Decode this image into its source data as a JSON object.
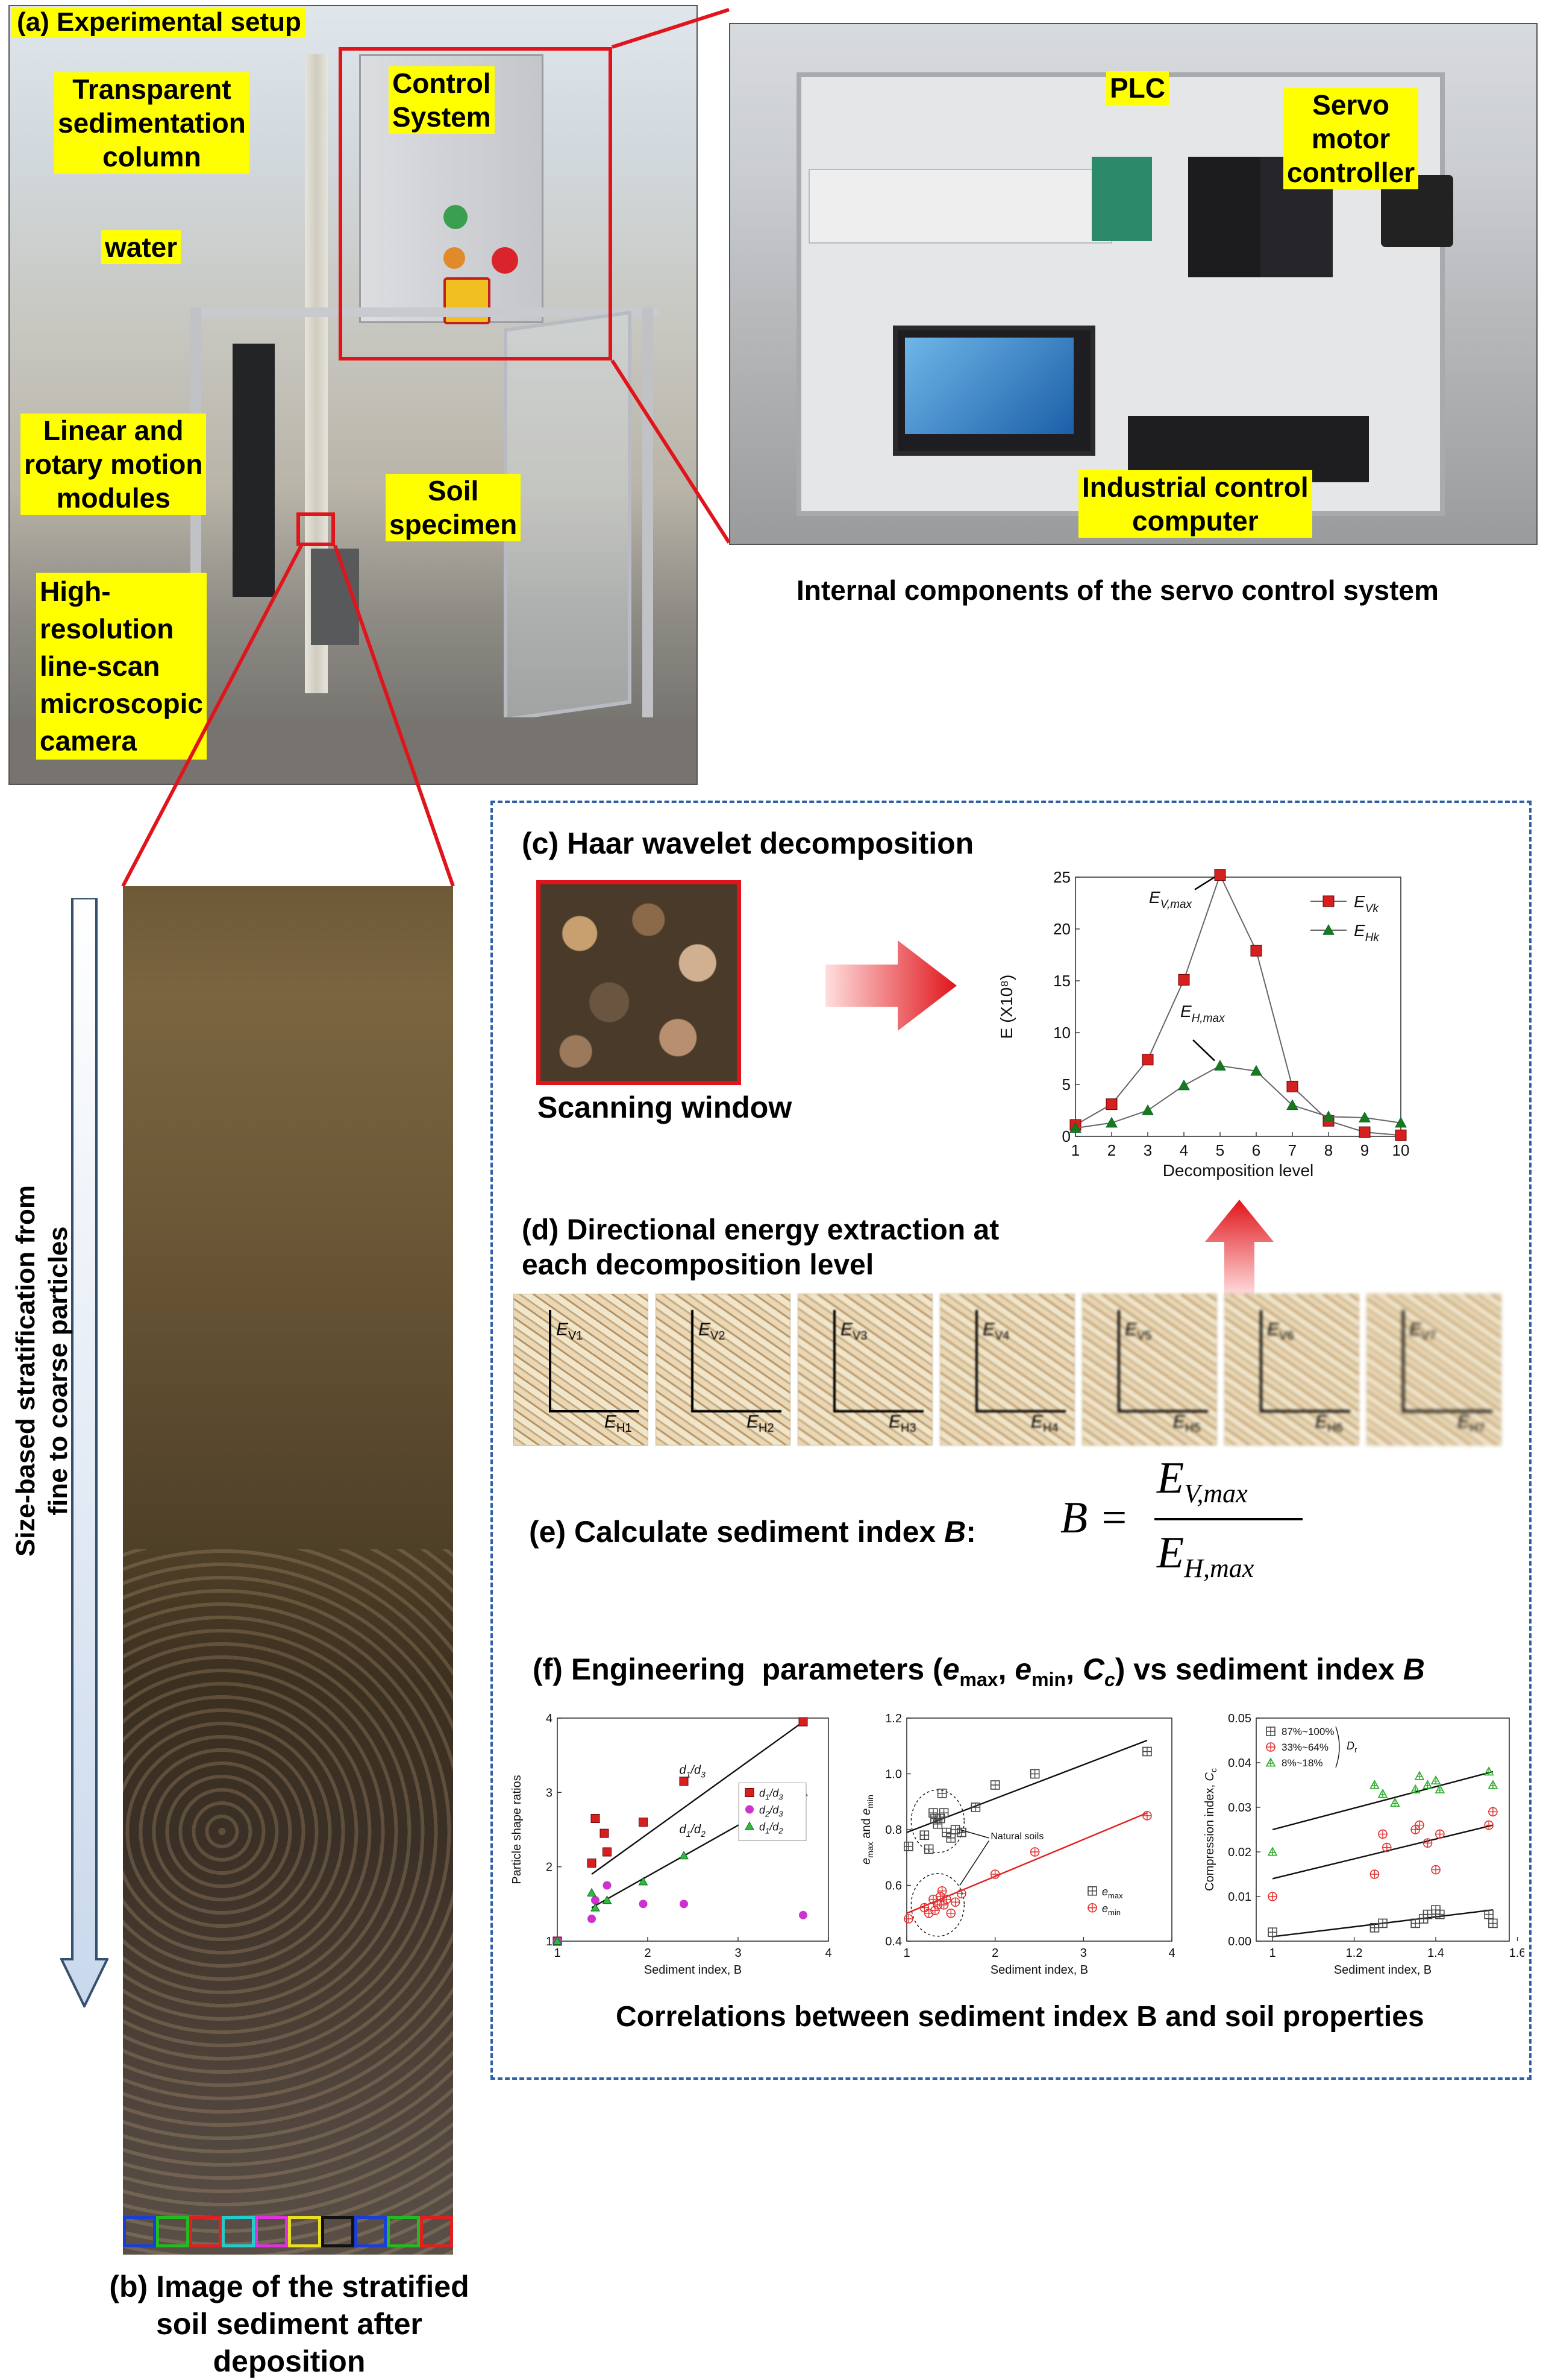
{
  "panel_a": {
    "title": "(a) Experimental setup",
    "labels": {
      "column": "Transparent\nsedimentation\ncolumn",
      "control": "Control\nSystem",
      "water": "water",
      "linear": "Linear and\nrotary motion\nmodules",
      "soil": "Soil\nspecimen",
      "camera": "High-\nresolution\nline-scan\nmicroscopic\ncamera"
    }
  },
  "panel_inset": {
    "labels": {
      "plc": "PLC",
      "servo": "Servo\nmotor\ncontroller",
      "ipc": "Industrial control\ncomputer"
    },
    "caption": "Internal components of the servo control system"
  },
  "panel_b": {
    "arrow_label": "Size-based stratification from\nfine to coarse particles",
    "caption": "(b) Image of the stratified\nsoil sediment after\ndeposition"
  },
  "panel_c": {
    "title": "(c) Haar wavelet decomposition",
    "window_label": "Scanning window"
  },
  "panel_d": {
    "title": "(d) Directional energy extraction at\neach decomposition level",
    "tiles": [
      {
        "v": "E",
        "vs": "V1",
        "h": "E",
        "hs": "H1"
      },
      {
        "v": "E",
        "vs": "V2",
        "h": "E",
        "hs": "H2"
      },
      {
        "v": "E",
        "vs": "V3",
        "h": "E",
        "hs": "H3"
      },
      {
        "v": "E",
        "vs": "V4",
        "h": "E",
        "hs": "H4"
      },
      {
        "v": "E",
        "vs": "V5",
        "h": "E",
        "hs": "H5"
      },
      {
        "v": "E",
        "vs": "V6",
        "h": "E",
        "hs": "H6"
      },
      {
        "v": "E",
        "vs": "V7",
        "h": "E",
        "hs": "H7"
      }
    ]
  },
  "panel_e": {
    "title_prefix": "(e) Calculate sediment index ",
    "title_var": "B",
    "title_suffix": ":",
    "formula_lhs": "B =",
    "num_main": "E",
    "num_sub": "V,max",
    "den_main": "E",
    "den_sub": "H,max"
  },
  "panel_f": {
    "title": "(f) Engineering  parameters (e",
    "title_full": "(f) Engineering  parameters (emax, emin, Cc) vs sediment index B",
    "caption": "Correlations between sediment index B and soil properties"
  },
  "chart_data": [
    {
      "type": "line",
      "xlabel": "Decomposition level",
      "ylabel": "E (X10⁸)",
      "xlim": [
        1,
        10
      ],
      "ylim": [
        0,
        25
      ],
      "x": [
        1,
        2,
        3,
        4,
        5,
        6,
        7,
        8,
        9,
        10
      ],
      "series": [
        {
          "name": "E_Vk",
          "color": "#d62020",
          "marker": "square",
          "values": [
            1.1,
            3.1,
            7.4,
            15.1,
            25.2,
            17.9,
            4.8,
            1.5,
            0.4,
            0.1
          ]
        },
        {
          "name": "E_Hk",
          "color": "#1a7a1a",
          "marker": "triangle",
          "values": [
            0.8,
            1.3,
            2.5,
            4.9,
            6.8,
            6.3,
            3.0,
            1.9,
            1.8,
            1.3
          ]
        }
      ],
      "annotations": [
        "E_V,max",
        "E_H,max"
      ],
      "xticks": [
        1,
        2,
        3,
        4,
        5,
        6,
        7,
        8,
        9,
        10
      ],
      "yticks": [
        0,
        5,
        10,
        15,
        20,
        25
      ],
      "legend": "top-right"
    },
    {
      "type": "scatter",
      "xlabel": "Sediment index, B",
      "ylabel": "Particle shape ratios",
      "xlim": [
        1,
        4
      ],
      "ylim": [
        1,
        4
      ],
      "xticks": [
        1,
        2,
        3,
        4
      ],
      "yticks": [
        1,
        2,
        3,
        4
      ],
      "series": [
        {
          "name": "d1/d3",
          "color": "#d62020",
          "marker": "square",
          "points": [
            [
              1.0,
              1.0
            ],
            [
              1.38,
              2.05
            ],
            [
              1.42,
              2.65
            ],
            [
              1.52,
              2.45
            ],
            [
              1.55,
              2.2
            ],
            [
              1.95,
              2.6
            ],
            [
              2.4,
              3.15
            ],
            [
              3.72,
              3.95
            ]
          ]
        },
        {
          "name": "d2/d3",
          "color": "#cc33cc",
          "marker": "circle",
          "points": [
            [
              1.0,
              1.0
            ],
            [
              1.38,
              1.3
            ],
            [
              1.42,
              1.55
            ],
            [
              1.55,
              1.75
            ],
            [
              1.95,
              1.5
            ],
            [
              2.4,
              1.5
            ],
            [
              3.72,
              1.35
            ]
          ]
        },
        {
          "name": "d1/d2",
          "color": "#33bb33",
          "marker": "triangle",
          "points": [
            [
              1.0,
              1.0
            ],
            [
              1.38,
              1.65
            ],
            [
              1.42,
              1.45
            ],
            [
              1.55,
              1.55
            ],
            [
              1.95,
              1.8
            ],
            [
              2.4,
              2.15
            ],
            [
              3.72,
              3.0
            ]
          ]
        }
      ],
      "trendlines": [
        {
          "label": "d1/d3",
          "from": [
            1.38,
            1.9
          ],
          "to": [
            3.72,
            3.95
          ]
        },
        {
          "label": "d1/d2",
          "from": [
            1.38,
            1.45
          ],
          "to": [
            3.72,
            3.05
          ]
        }
      ],
      "legend": "right"
    },
    {
      "type": "scatter",
      "xlabel": "Sediment index, B",
      "ylabel": "e_max and e_min",
      "xlim": [
        1,
        4
      ],
      "ylim": [
        0.4,
        1.2
      ],
      "xticks": [
        1,
        2,
        3,
        4
      ],
      "yticks": [
        0.4,
        0.6,
        0.8,
        1.0,
        1.2
      ],
      "series": [
        {
          "name": "e_max",
          "color": "#444444",
          "marker": "square-plus",
          "points": [
            [
              1.02,
              0.74
            ],
            [
              1.2,
              0.78
            ],
            [
              1.25,
              0.73
            ],
            [
              1.3,
              0.86
            ],
            [
              1.32,
              0.84
            ],
            [
              1.35,
              0.82
            ],
            [
              1.38,
              0.84
            ],
            [
              1.4,
              0.93
            ],
            [
              1.42,
              0.86
            ],
            [
              1.45,
              0.79
            ],
            [
              1.5,
              0.77
            ],
            [
              1.55,
              0.8
            ],
            [
              1.62,
              0.79
            ],
            [
              1.78,
              0.88
            ],
            [
              2.0,
              0.96
            ],
            [
              2.45,
              1.0
            ],
            [
              3.72,
              1.08
            ]
          ]
        },
        {
          "name": "e_min",
          "color": "#e03030",
          "marker": "circle-plus",
          "points": [
            [
              1.02,
              0.48
            ],
            [
              1.2,
              0.52
            ],
            [
              1.25,
              0.5
            ],
            [
              1.3,
              0.55
            ],
            [
              1.32,
              0.51
            ],
            [
              1.35,
              0.53
            ],
            [
              1.38,
              0.56
            ],
            [
              1.4,
              0.58
            ],
            [
              1.42,
              0.53
            ],
            [
              1.45,
              0.55
            ],
            [
              1.5,
              0.5
            ],
            [
              1.55,
              0.54
            ],
            [
              1.62,
              0.57
            ],
            [
              2.0,
              0.64
            ],
            [
              2.45,
              0.72
            ],
            [
              3.72,
              0.85
            ]
          ]
        }
      ],
      "trendlines": [
        {
          "label": "e_max",
          "from": [
            1.0,
            0.79
          ],
          "to": [
            3.72,
            1.12
          ]
        },
        {
          "label": "e_min",
          "from": [
            1.0,
            0.5
          ],
          "to": [
            3.72,
            0.86
          ]
        }
      ],
      "annotations": [
        "Natural soils"
      ],
      "legend": "bottom-right"
    },
    {
      "type": "scatter",
      "xlabel": "Sediment index, B",
      "ylabel": "Compression index, C_c",
      "xlim": [
        0.96,
        1.58
      ],
      "ylim": [
        0,
        0.05
      ],
      "xticks": [
        1.0,
        1.2,
        1.4,
        1.6
      ],
      "yticks": [
        0.0,
        0.01,
        0.02,
        0.03,
        0.04,
        0.05
      ],
      "series": [
        {
          "name": "87%~100%",
          "color": "#444444",
          "marker": "square-plus",
          "points": [
            [
              1.0,
              0.002
            ],
            [
              1.25,
              0.003
            ],
            [
              1.27,
              0.004
            ],
            [
              1.35,
              0.004
            ],
            [
              1.37,
              0.005
            ],
            [
              1.38,
              0.006
            ],
            [
              1.4,
              0.007
            ],
            [
              1.41,
              0.006
            ],
            [
              1.53,
              0.006
            ],
            [
              1.54,
              0.004
            ]
          ]
        },
        {
          "name": "33%~64%",
          "color": "#e03030",
          "marker": "circle-plus",
          "points": [
            [
              1.0,
              0.01
            ],
            [
              1.25,
              0.015
            ],
            [
              1.27,
              0.024
            ],
            [
              1.28,
              0.021
            ],
            [
              1.35,
              0.025
            ],
            [
              1.36,
              0.026
            ],
            [
              1.38,
              0.022
            ],
            [
              1.4,
              0.016
            ],
            [
              1.41,
              0.024
            ],
            [
              1.53,
              0.026
            ],
            [
              1.54,
              0.029
            ]
          ]
        },
        {
          "name": "8%~18%",
          "color": "#22aa22",
          "marker": "triangle-plus",
          "points": [
            [
              1.0,
              0.02
            ],
            [
              1.25,
              0.035
            ],
            [
              1.27,
              0.033
            ],
            [
              1.3,
              0.031
            ],
            [
              1.35,
              0.034
            ],
            [
              1.36,
              0.037
            ],
            [
              1.38,
              0.035
            ],
            [
              1.4,
              0.036
            ],
            [
              1.41,
              0.034
            ],
            [
              1.53,
              0.038
            ],
            [
              1.54,
              0.035
            ]
          ]
        }
      ],
      "trendlines": [
        {
          "label": "87%~100%",
          "from": [
            1.0,
            0.001
          ],
          "to": [
            1.54,
            0.007
          ]
        },
        {
          "label": "33%~64%",
          "from": [
            1.0,
            0.014
          ],
          "to": [
            1.54,
            0.026
          ]
        },
        {
          "label": "8%~18%",
          "from": [
            1.0,
            0.025
          ],
          "to": [
            1.54,
            0.038
          ]
        }
      ],
      "legend_title": "D_r",
      "legend": "top-left"
    }
  ]
}
